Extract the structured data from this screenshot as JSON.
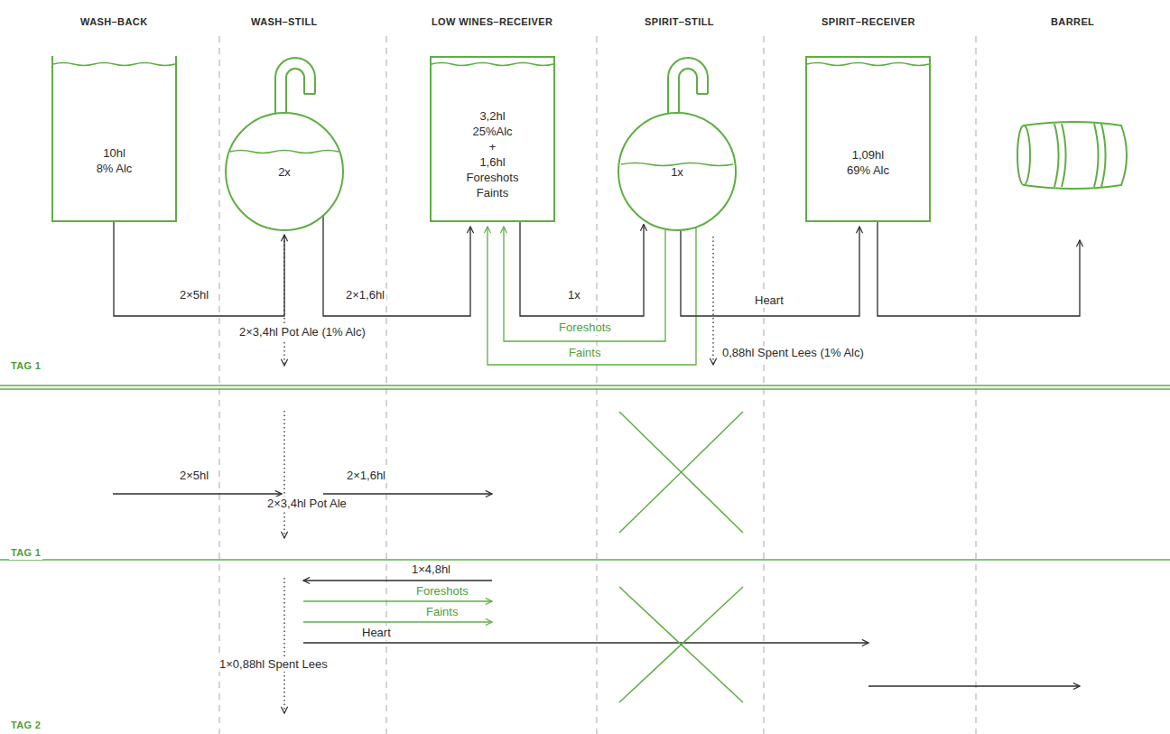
{
  "diagram": {
    "nodes": [
      {
        "text": [
          "10hl",
          "8% Alc"
        ]
      },
      {
        "text": [
          "2x"
        ]
      },
      {
        "text": [
          "3,2hl",
          "25%Alc",
          "+",
          "1,6hl",
          "Foreshots",
          "Faints"
        ]
      },
      {
        "text": [
          "1x"
        ]
      },
      {
        "text": [
          "1,09hl",
          "69% Alc"
        ]
      }
    ],
    "edges": [
      {
        "from": 0,
        "to": 1,
        "arrow": "to",
        "label": "2×5hl"
      },
      {
        "from": 1,
        "to": 2,
        "arrow": "to",
        "label": "2×1,6hl"
      },
      {
        "from": 2,
        "to": 3,
        "arrow": "to",
        "label": "1x"
      },
      {
        "from": 3,
        "to": 2,
        "arrow": "to",
        "label": "Foreshots"
      },
      {
        "from": 3,
        "to": 2,
        "arrow": "to",
        "label": "Faints"
      },
      {
        "from": 3,
        "to": 4,
        "arrow": "to",
        "label": "Heart"
      }
    ],
    "labels": [
      "WASH–BACK",
      "WASH–STILL",
      "LOW WINES–RECEIVER",
      "SPIRIT–STILL",
      "SPIRIT–RECEIVER",
      "BARREL",
      "2×3,4hl Pot Ale (1% Alc)",
      "0,88hl Spent Lees (1% Alc)",
      "TAG 1",
      "2×5hl",
      "2×1,6hl",
      "2×3,4hl Pot Ale",
      "TAG 1",
      "1×4,8hl",
      "Foreshots",
      "Faints",
      "Heart",
      "1×0,88hl Spent Lees",
      "TAG 2"
    ]
  }
}
